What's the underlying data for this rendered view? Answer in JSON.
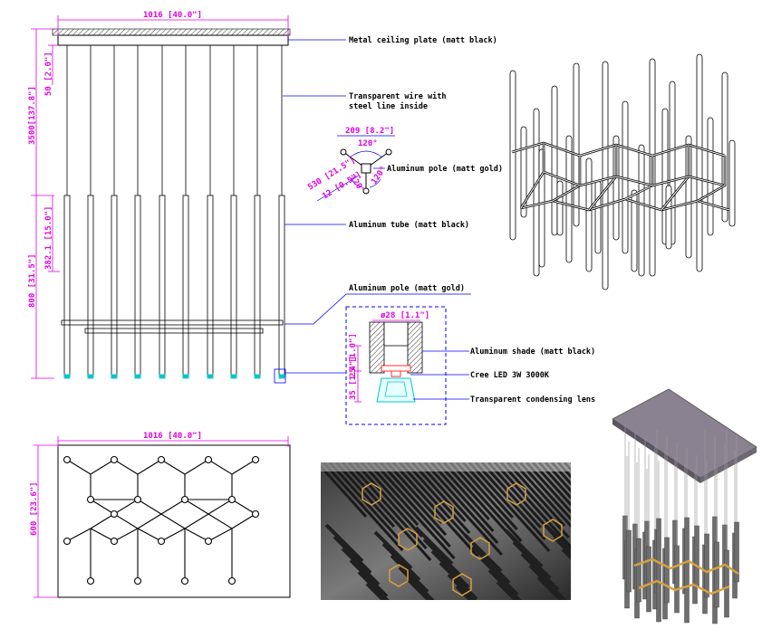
{
  "colors": {
    "dimension": "#e000e0",
    "leader": "#0000ff",
    "line": "#000000",
    "lens": "#00c8c8",
    "led": "#ff3030",
    "gold": "#d8a040",
    "photo_bg": "#5a5a5a"
  },
  "dimensions": {
    "top_width": "1016 [40.0\"]",
    "plan_width": "1016 [40.0\"]",
    "plan_depth": "600 [23.6\"]",
    "plate_height": "50 [2.0\"]",
    "wire_length": "3500[137.8\"]",
    "tube_length": "382.1 [15.0\"]",
    "lower_height": "800 [31.5\"]",
    "pole_span": "209 [8.2\"]",
    "pole_length": "530 [21.5\"]",
    "pole_offset": "12 [0.5\"]",
    "angle1": "120°",
    "angle2": "120°",
    "angle3": "120°",
    "shade_dia": "ø28 [1.1\"]",
    "shade_height": "25 [1.0\"]",
    "led_height": "35 [1.4\"]"
  },
  "callouts": {
    "ceiling_plate": "Metal ceiling plate (matt black)",
    "wire_line1": "Transparent wire with",
    "wire_line2": "steel line inside",
    "pole_gold_1": "Aluminum pole (matt gold)",
    "tube": "Aluminum tube (matt black)",
    "pole_gold_2": "Aluminum pole (matt gold)",
    "shade": "Aluminum shade (matt black)",
    "led": "Cree LED 3W 3000K",
    "lens": "Transparent condensing lens"
  }
}
